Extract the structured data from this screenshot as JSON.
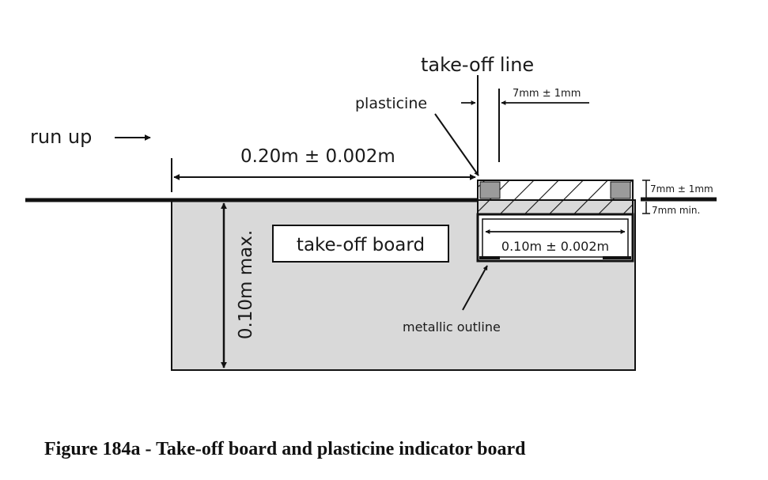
{
  "labels": {
    "run_up": "run up",
    "take_off_line": "take-off line",
    "plasticine": "plasticine",
    "gap_top": "7mm ± 1mm",
    "distance": "0.20m ± 0.002m",
    "height_top": "7mm ± 1mm",
    "height_min": "7mm min.",
    "board": "take-off board",
    "max_depth": "0.10m max.",
    "indicator_width": "0.10m ± 0.002m",
    "metallic": "metallic outline"
  },
  "caption": "Figure 184a - Take-off board and plasticine indicator board",
  "colors": {
    "board_fill": "#d9d9d9",
    "plasticine_fill": "#9b9b9b",
    "line": "#111111"
  }
}
